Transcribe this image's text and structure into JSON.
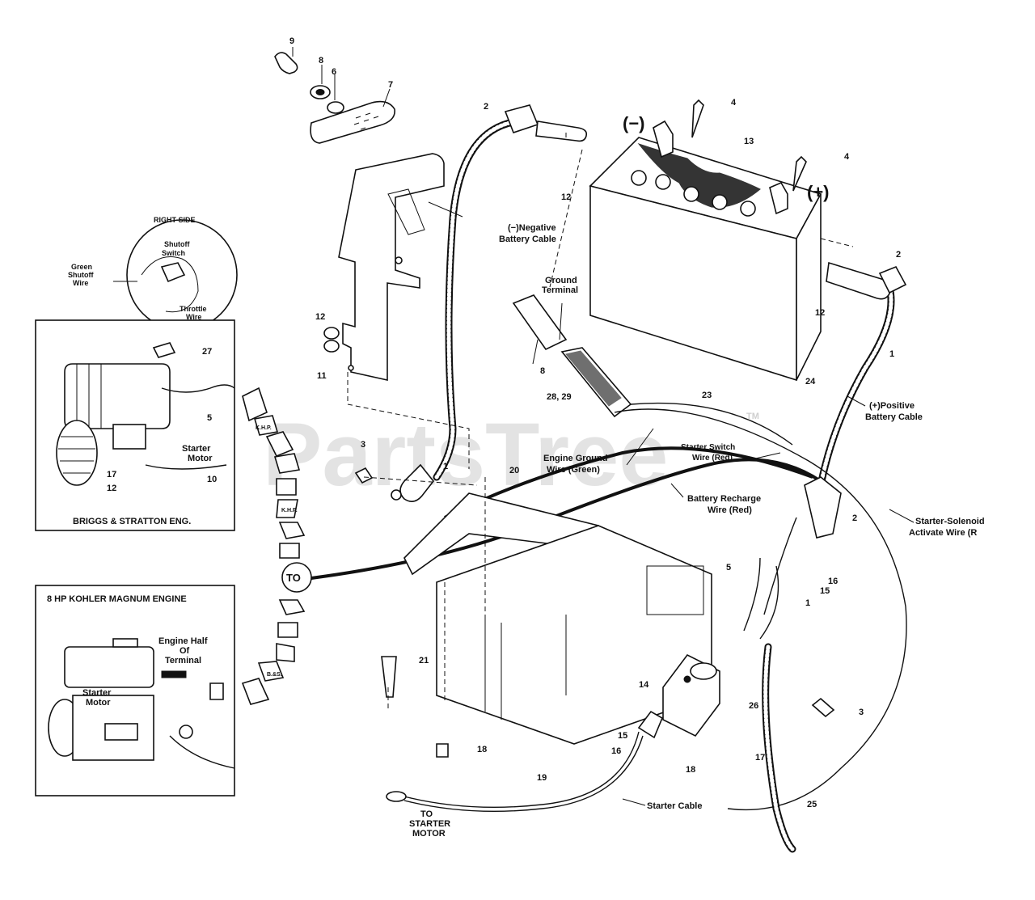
{
  "watermark": {
    "text": "PartsTree",
    "tm": "TM"
  },
  "insets": {
    "right_side": {
      "title": "RIGHT SIDE",
      "shutoff_switch": "Shutoff\nSwitch",
      "green_shutoff_wire": "Green\nShutoff\nWire",
      "throttle_wire": "Throttle\nWire"
    },
    "briggs": {
      "title": "BRIGGS & STRATTON ENG.",
      "starter_motor": "Starter\nMotor"
    },
    "kohler": {
      "title": "8 HP KOHLER MAGNUM ENGINE",
      "engine_half": "Engine Half\nOf\nTerminal",
      "starter_motor": "Starter\nMotor"
    }
  },
  "arrow_labels": {
    "to": "TO",
    "kh": "K.H.P.",
    "bs": "B.&S."
  },
  "labels": {
    "negative_cable": "(−)Negative\nBattery Cable",
    "ground_terminal": "Ground\nTerminal",
    "positive_cable": "(+)Positive\nBattery Cable",
    "engine_ground": "Engine Ground\nWire (Green)",
    "starter_switch": "Starter Switch\nWire (Red)",
    "battery_recharge": "Battery Recharge\nWire (Red)",
    "solenoid_activate": "Starter-Solenoid\nActivate Wire (R",
    "starter_cable": "Starter Cable",
    "to_starter_motor": "TO\nSTARTER\nMOTOR",
    "neg_sign": "(−)",
    "pos_sign": "(+)"
  },
  "callouts": [
    "9",
    "8",
    "6",
    "7",
    "2",
    "4",
    "12",
    "13",
    "4",
    "12",
    "2",
    "1",
    "24",
    "23",
    "28, 29",
    "8",
    "12",
    "11",
    "5",
    "27",
    "17",
    "12",
    "10",
    "3",
    "1",
    "20",
    "2",
    "5",
    "16",
    "15",
    "1",
    "21",
    "14",
    "26",
    "3",
    "18",
    "15",
    "16",
    "17",
    "18",
    "19",
    "25"
  ]
}
